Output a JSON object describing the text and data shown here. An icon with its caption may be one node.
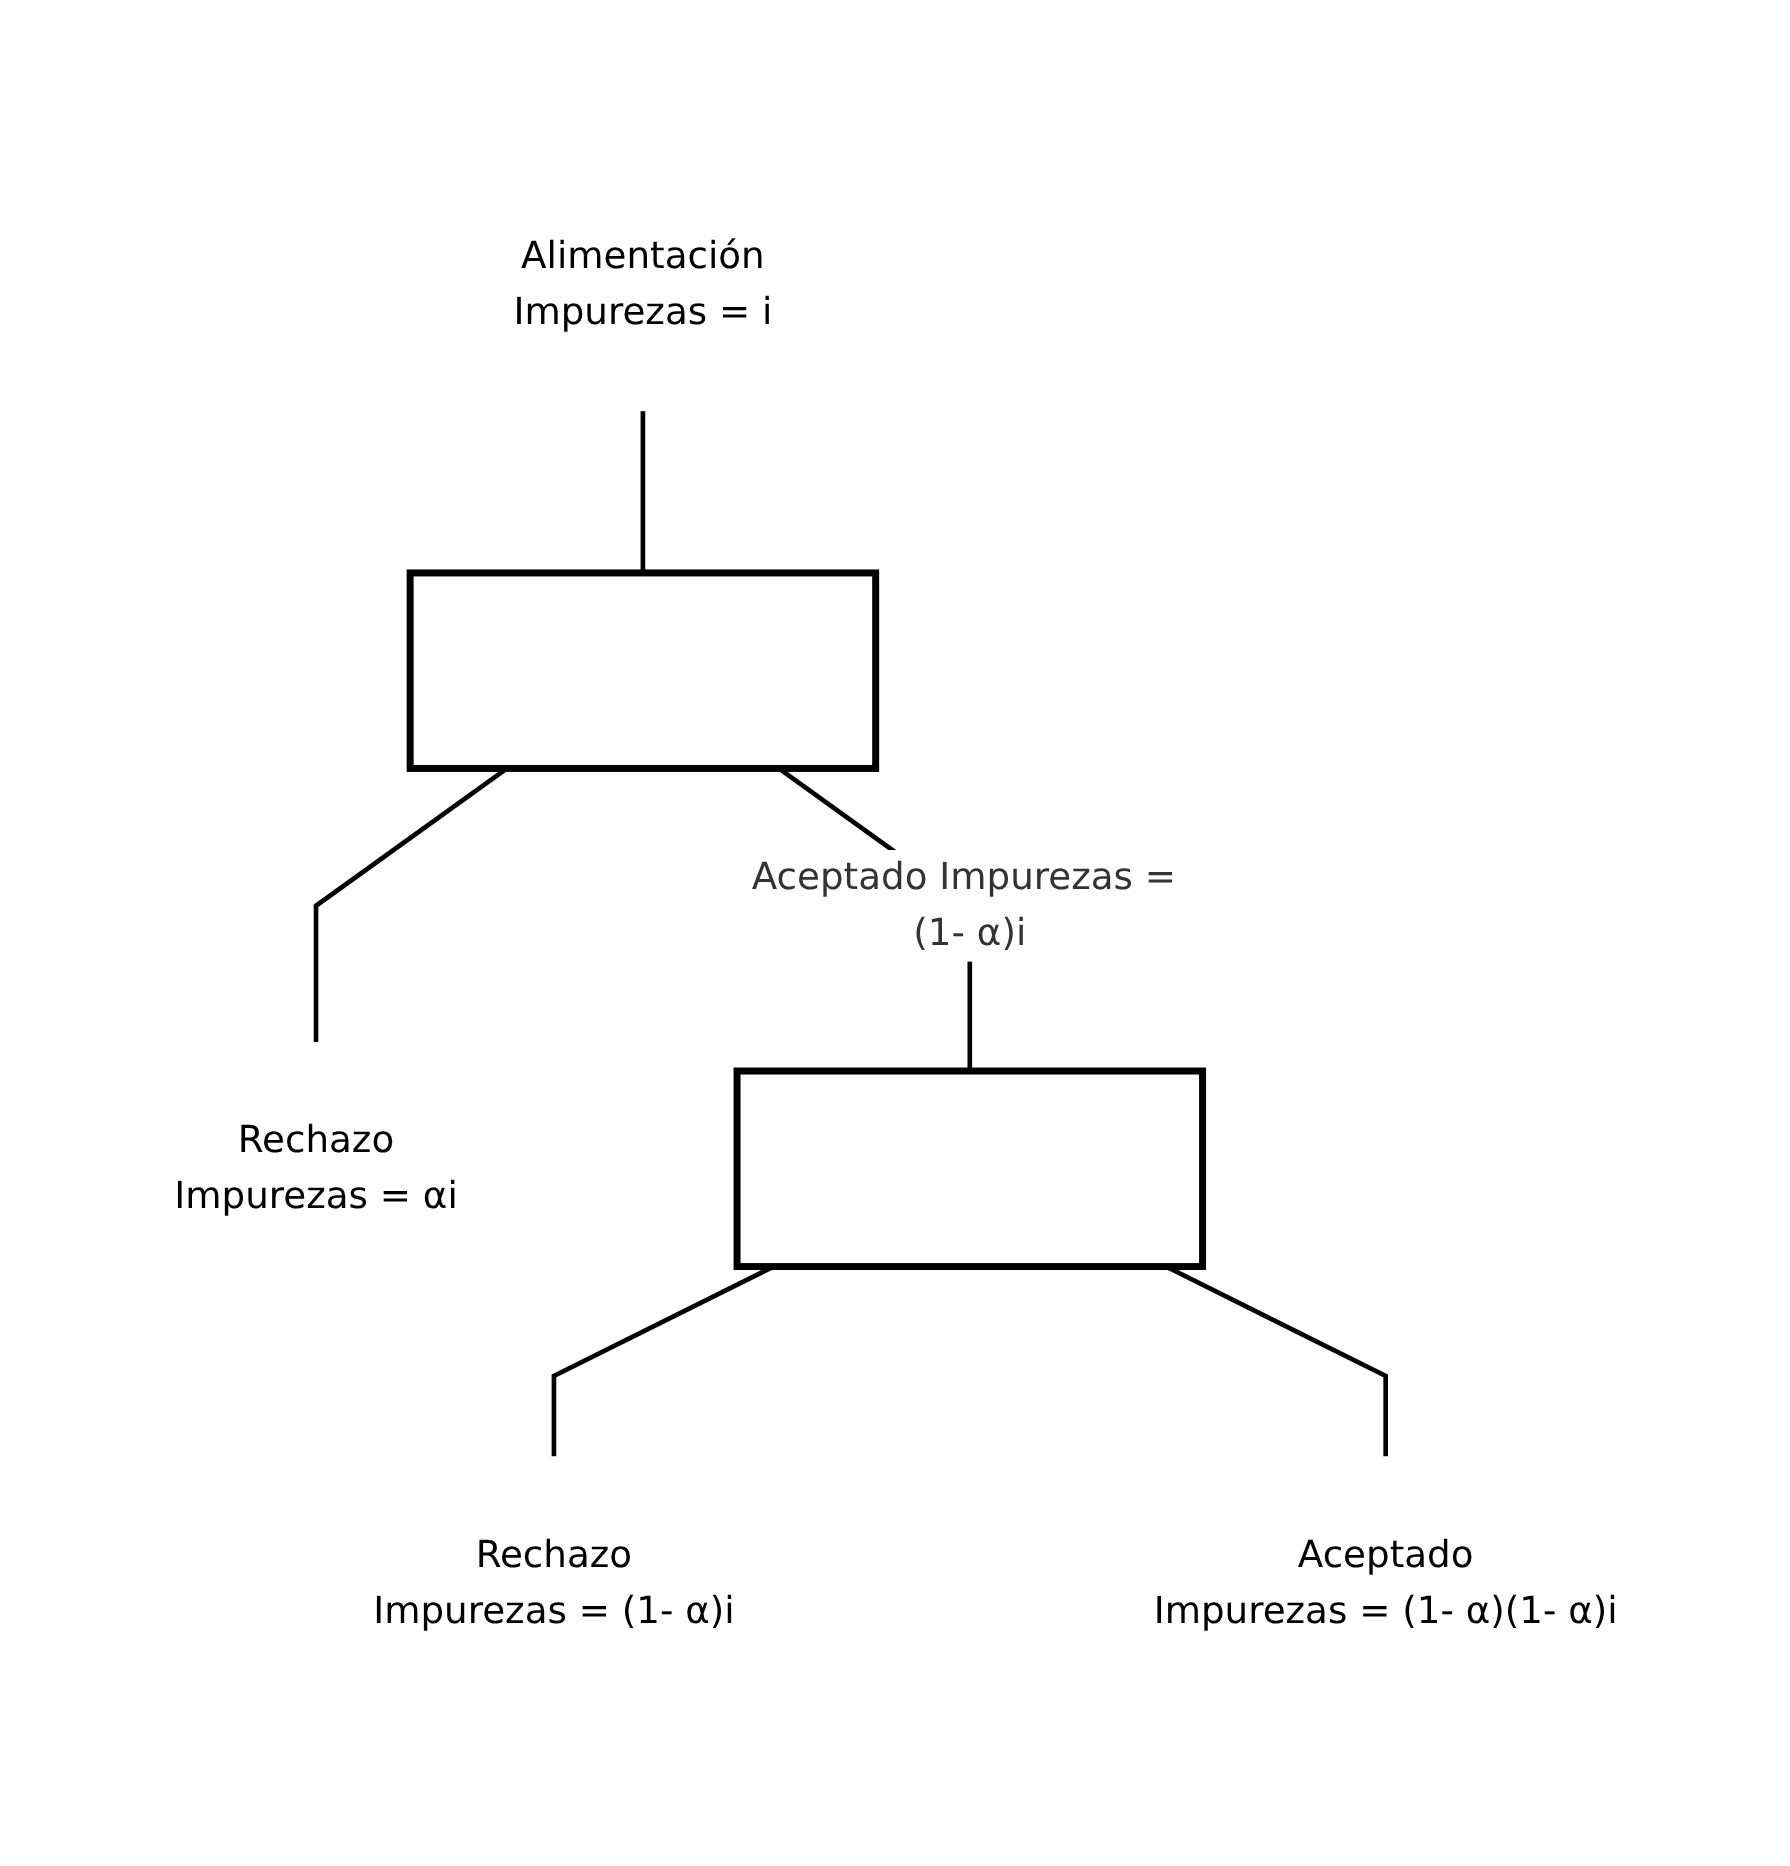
{
  "diagram": {
    "nodes": [
      {
        "text": [
          "Alimentación",
          "Impurezas = i"
        ]
      },
      {
        "text": [],
        "shape": "box"
      },
      {
        "text": [
          "Rechazo",
          "Impurezas = αi"
        ]
      },
      {
        "text": [],
        "shape": "box"
      },
      {
        "text": [
          "Rechazo",
          "Impurezas = (1- α)i"
        ]
      },
      {
        "text": [
          "Aceptado",
          "Impurezas = (1- α)(1- α)i"
        ]
      }
    ],
    "edges": [
      {
        "from": 0,
        "to": 1,
        "arrow": "none"
      },
      {
        "from": 1,
        "to": 2,
        "arrow": "none"
      },
      {
        "from": 1,
        "to": 3,
        "arrow": "none",
        "label": "Aceptado Impurezas = (1- α)i"
      },
      {
        "from": 3,
        "to": 4,
        "arrow": "none"
      },
      {
        "from": 3,
        "to": 5,
        "arrow": "none"
      }
    ]
  }
}
